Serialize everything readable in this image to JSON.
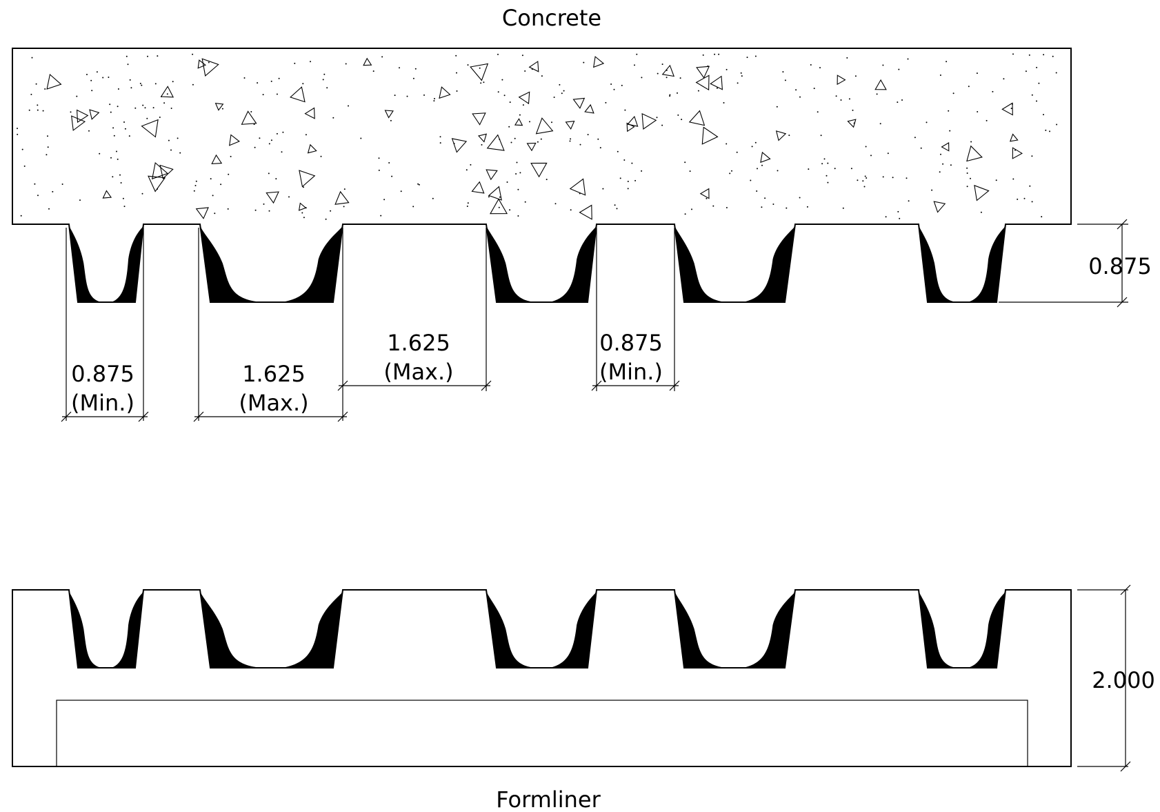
{
  "labels": {
    "concrete": "Concrete",
    "formliner": "Formliner"
  },
  "dimensions": {
    "rib_depth": "0.875",
    "formliner_thickness": "2.000",
    "rib_width_1": {
      "value": "0.875",
      "note": "(Min.)"
    },
    "rib_width_2": {
      "value": "1.625",
      "note": "(Max.)"
    },
    "flat_width_1": {
      "value": "1.625",
      "note": "(Max.)"
    },
    "flat_width_2": {
      "value": "0.875",
      "note": "(Min.)"
    }
  },
  "colors": {
    "ink": "#000000",
    "background": "#ffffff"
  }
}
